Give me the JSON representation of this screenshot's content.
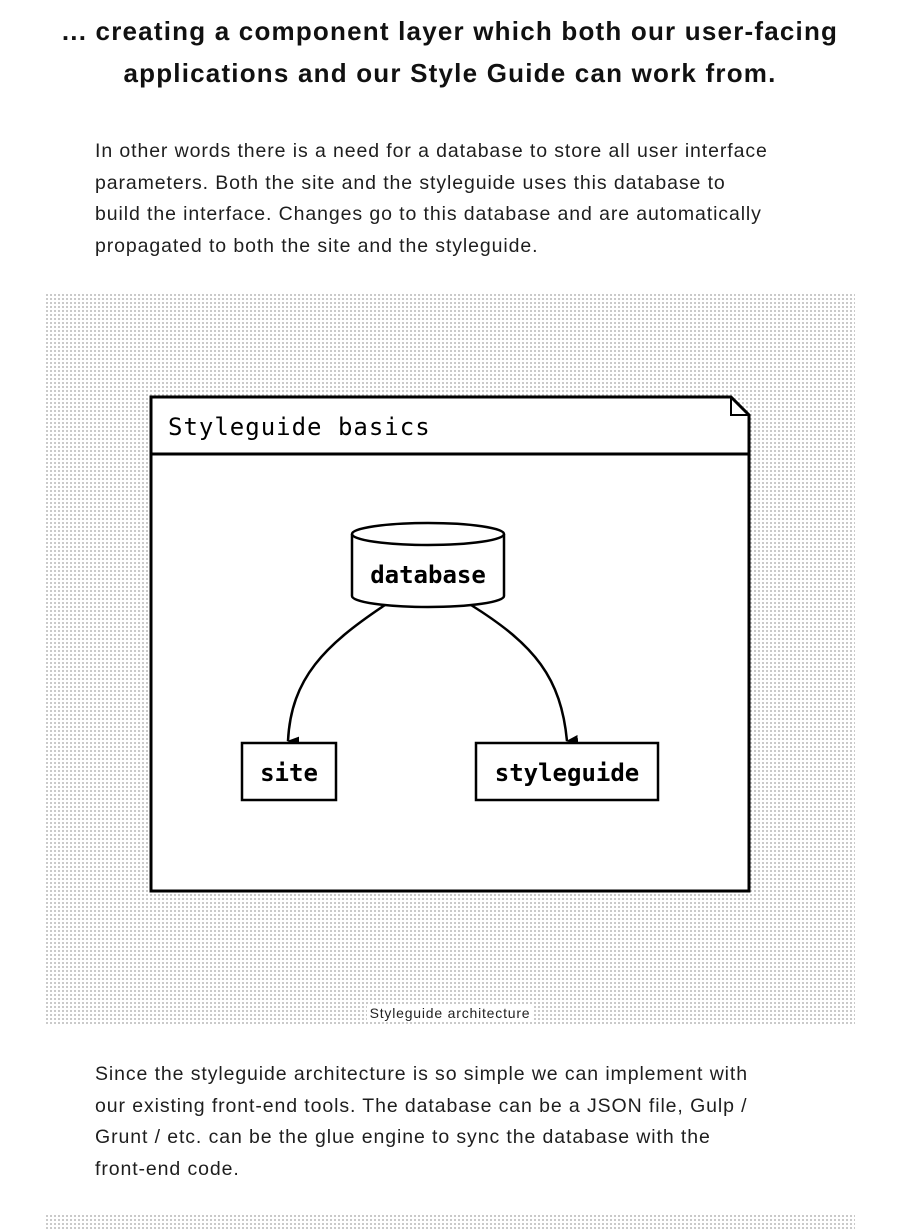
{
  "headline": {
    "lines": [
      "... creating a component layer which both our user-facing",
      "applications and our Style Guide can work from."
    ]
  },
  "intro_paragraph": {
    "lines": [
      "In other words there is a need for a database to store all user interface",
      "parameters. Both the site and the styleguide uses this database to",
      "build the interface. Changes go to this database and are automatically",
      "propagated to both the site and the styleguide."
    ]
  },
  "diagram": {
    "title": "Styleguide basics",
    "nodes": {
      "database": "database",
      "site": "site",
      "styleguide": "styleguide"
    },
    "caption": "Styleguide architecture"
  },
  "followup_paragraph": {
    "lines": [
      "Since the styleguide architecture is so simple we can implement with",
      "our existing front-end tools. The database can be a JSON file, Gulp /",
      "Grunt / etc. can be the glue engine to sync the database with the",
      "front-end code."
    ]
  }
}
